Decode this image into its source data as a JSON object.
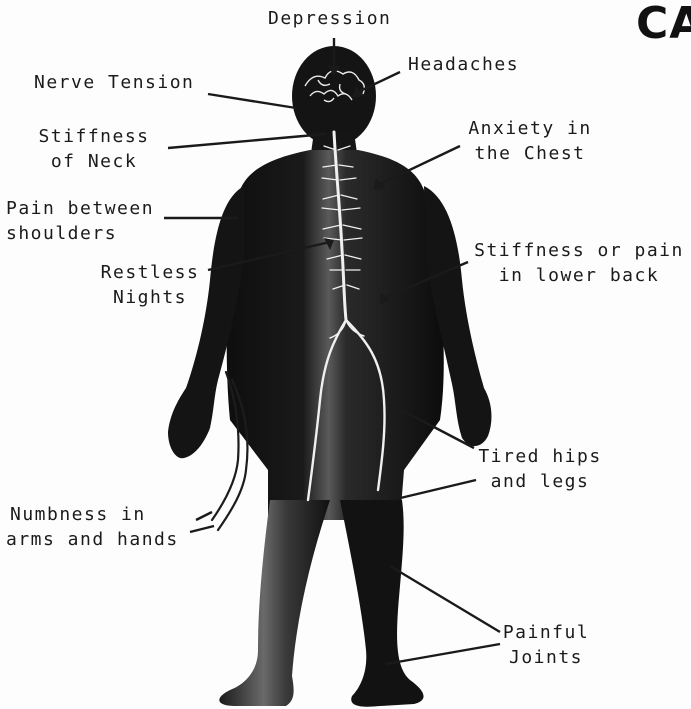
{
  "corner_text": "CA",
  "labels": {
    "depression": "Depression",
    "headaches": "Headaches",
    "nerve_tension": "Nerve Tension",
    "stiffness_neck_1": "Stiffness",
    "stiffness_neck_2": "of Neck",
    "anxiety_1": "Anxiety in",
    "anxiety_2": "the Chest",
    "pain_shoulders_1": "Pain between",
    "pain_shoulders_2": "shoulders",
    "restless_1": "Restless",
    "restless_2": "Nights",
    "lower_back_1": "Stiffness or pain",
    "lower_back_2": "in lower back",
    "tired_1": "Tired hips",
    "tired_2": "and legs",
    "numbness_1": "Numbness in",
    "numbness_2": "arms and hands",
    "joints_1": "Painful",
    "joints_2": "Joints"
  },
  "colors": {
    "body": "#161616",
    "nerve": "#f2f2f2",
    "leader": "#1a1a1a"
  }
}
